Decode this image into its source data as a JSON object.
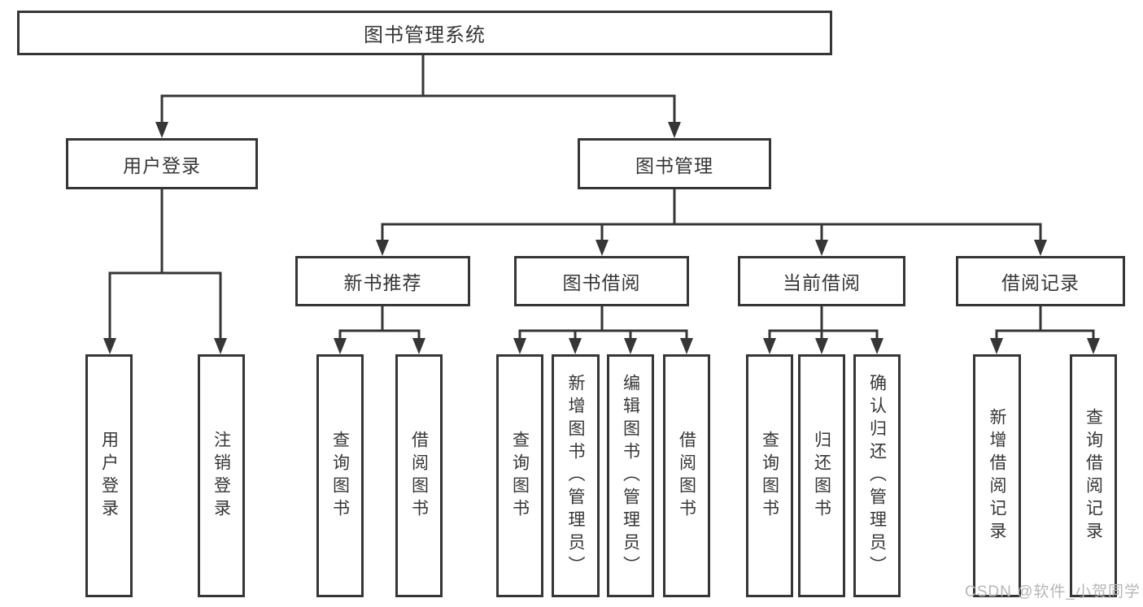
{
  "diagram": {
    "root": {
      "label": "图书管理系统"
    },
    "level2": [
      {
        "label": "用户登录"
      },
      {
        "label": "图书管理"
      }
    ],
    "level3": [
      {
        "label": "新书推荐"
      },
      {
        "label": "图书借阅"
      },
      {
        "label": "当前借阅"
      },
      {
        "label": "借阅记录"
      }
    ],
    "leaves": {
      "login": [
        "用户登录",
        "注销登录"
      ],
      "recommend": [
        "查询图书",
        "借阅图书"
      ],
      "borrow": [
        "查询图书",
        "新增图书（管理员）",
        "编辑图书（管理员）",
        "借阅图书"
      ],
      "current": [
        "查询图书",
        "归还图书",
        "确认归还（管理员）"
      ],
      "records": [
        "新增借阅记录",
        "查询借阅记录"
      ]
    }
  },
  "watermark": "CSDN @软件_小贺同学",
  "colors": {
    "line": "#363636",
    "box_border": "#363636",
    "text": "#363636",
    "watermark": "#b6b6b6",
    "background": "#ffffff"
  }
}
